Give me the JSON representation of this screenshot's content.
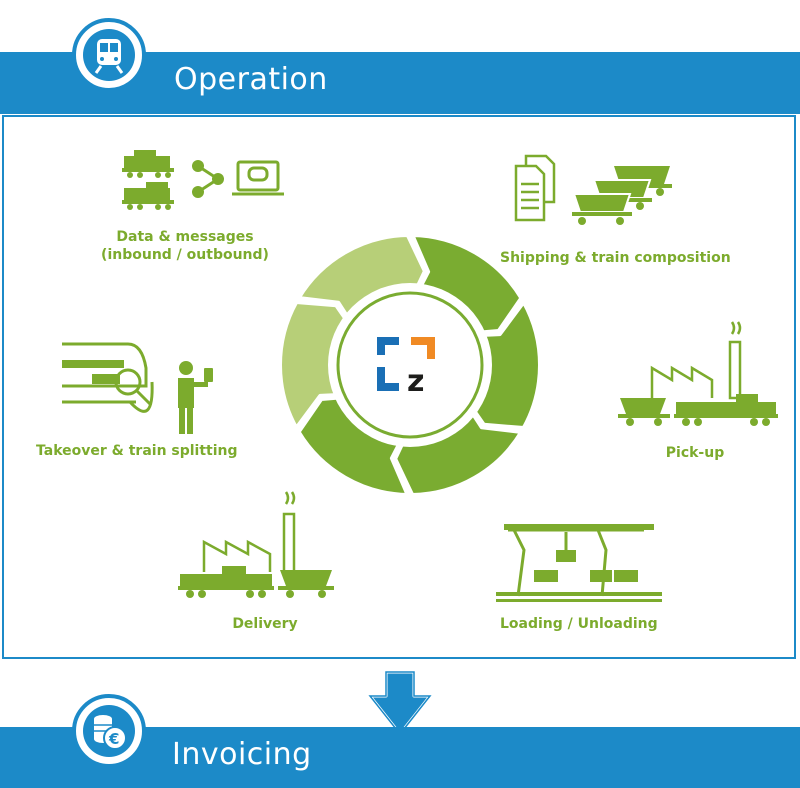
{
  "header": {
    "title": "Operation"
  },
  "footer": {
    "title": "Invoicing"
  },
  "steps": {
    "data_messages": {
      "line1": "Data & messages",
      "line2": "(inbound / outbound)"
    },
    "shipping": {
      "label": "Shipping & train composition"
    },
    "pickup": {
      "label": "Pick-up"
    },
    "loading": {
      "label": "Loading / Unloading"
    },
    "delivery": {
      "label": "Delivery"
    },
    "takeover": {
      "label": "Takeover & train splitting"
    }
  },
  "colors": {
    "banner_blue": "#1c8ac8",
    "icon_green": "#7cab2d",
    "cycle_dark_green": "#7aac31",
    "cycle_light_green": "#b7cf78",
    "logo_orange": "#f08a24",
    "logo_blue": "#1a6fb5"
  },
  "icons": [
    "train-icon",
    "euro-coins-icon",
    "logo-z-icon",
    "down-arrow-icon"
  ]
}
